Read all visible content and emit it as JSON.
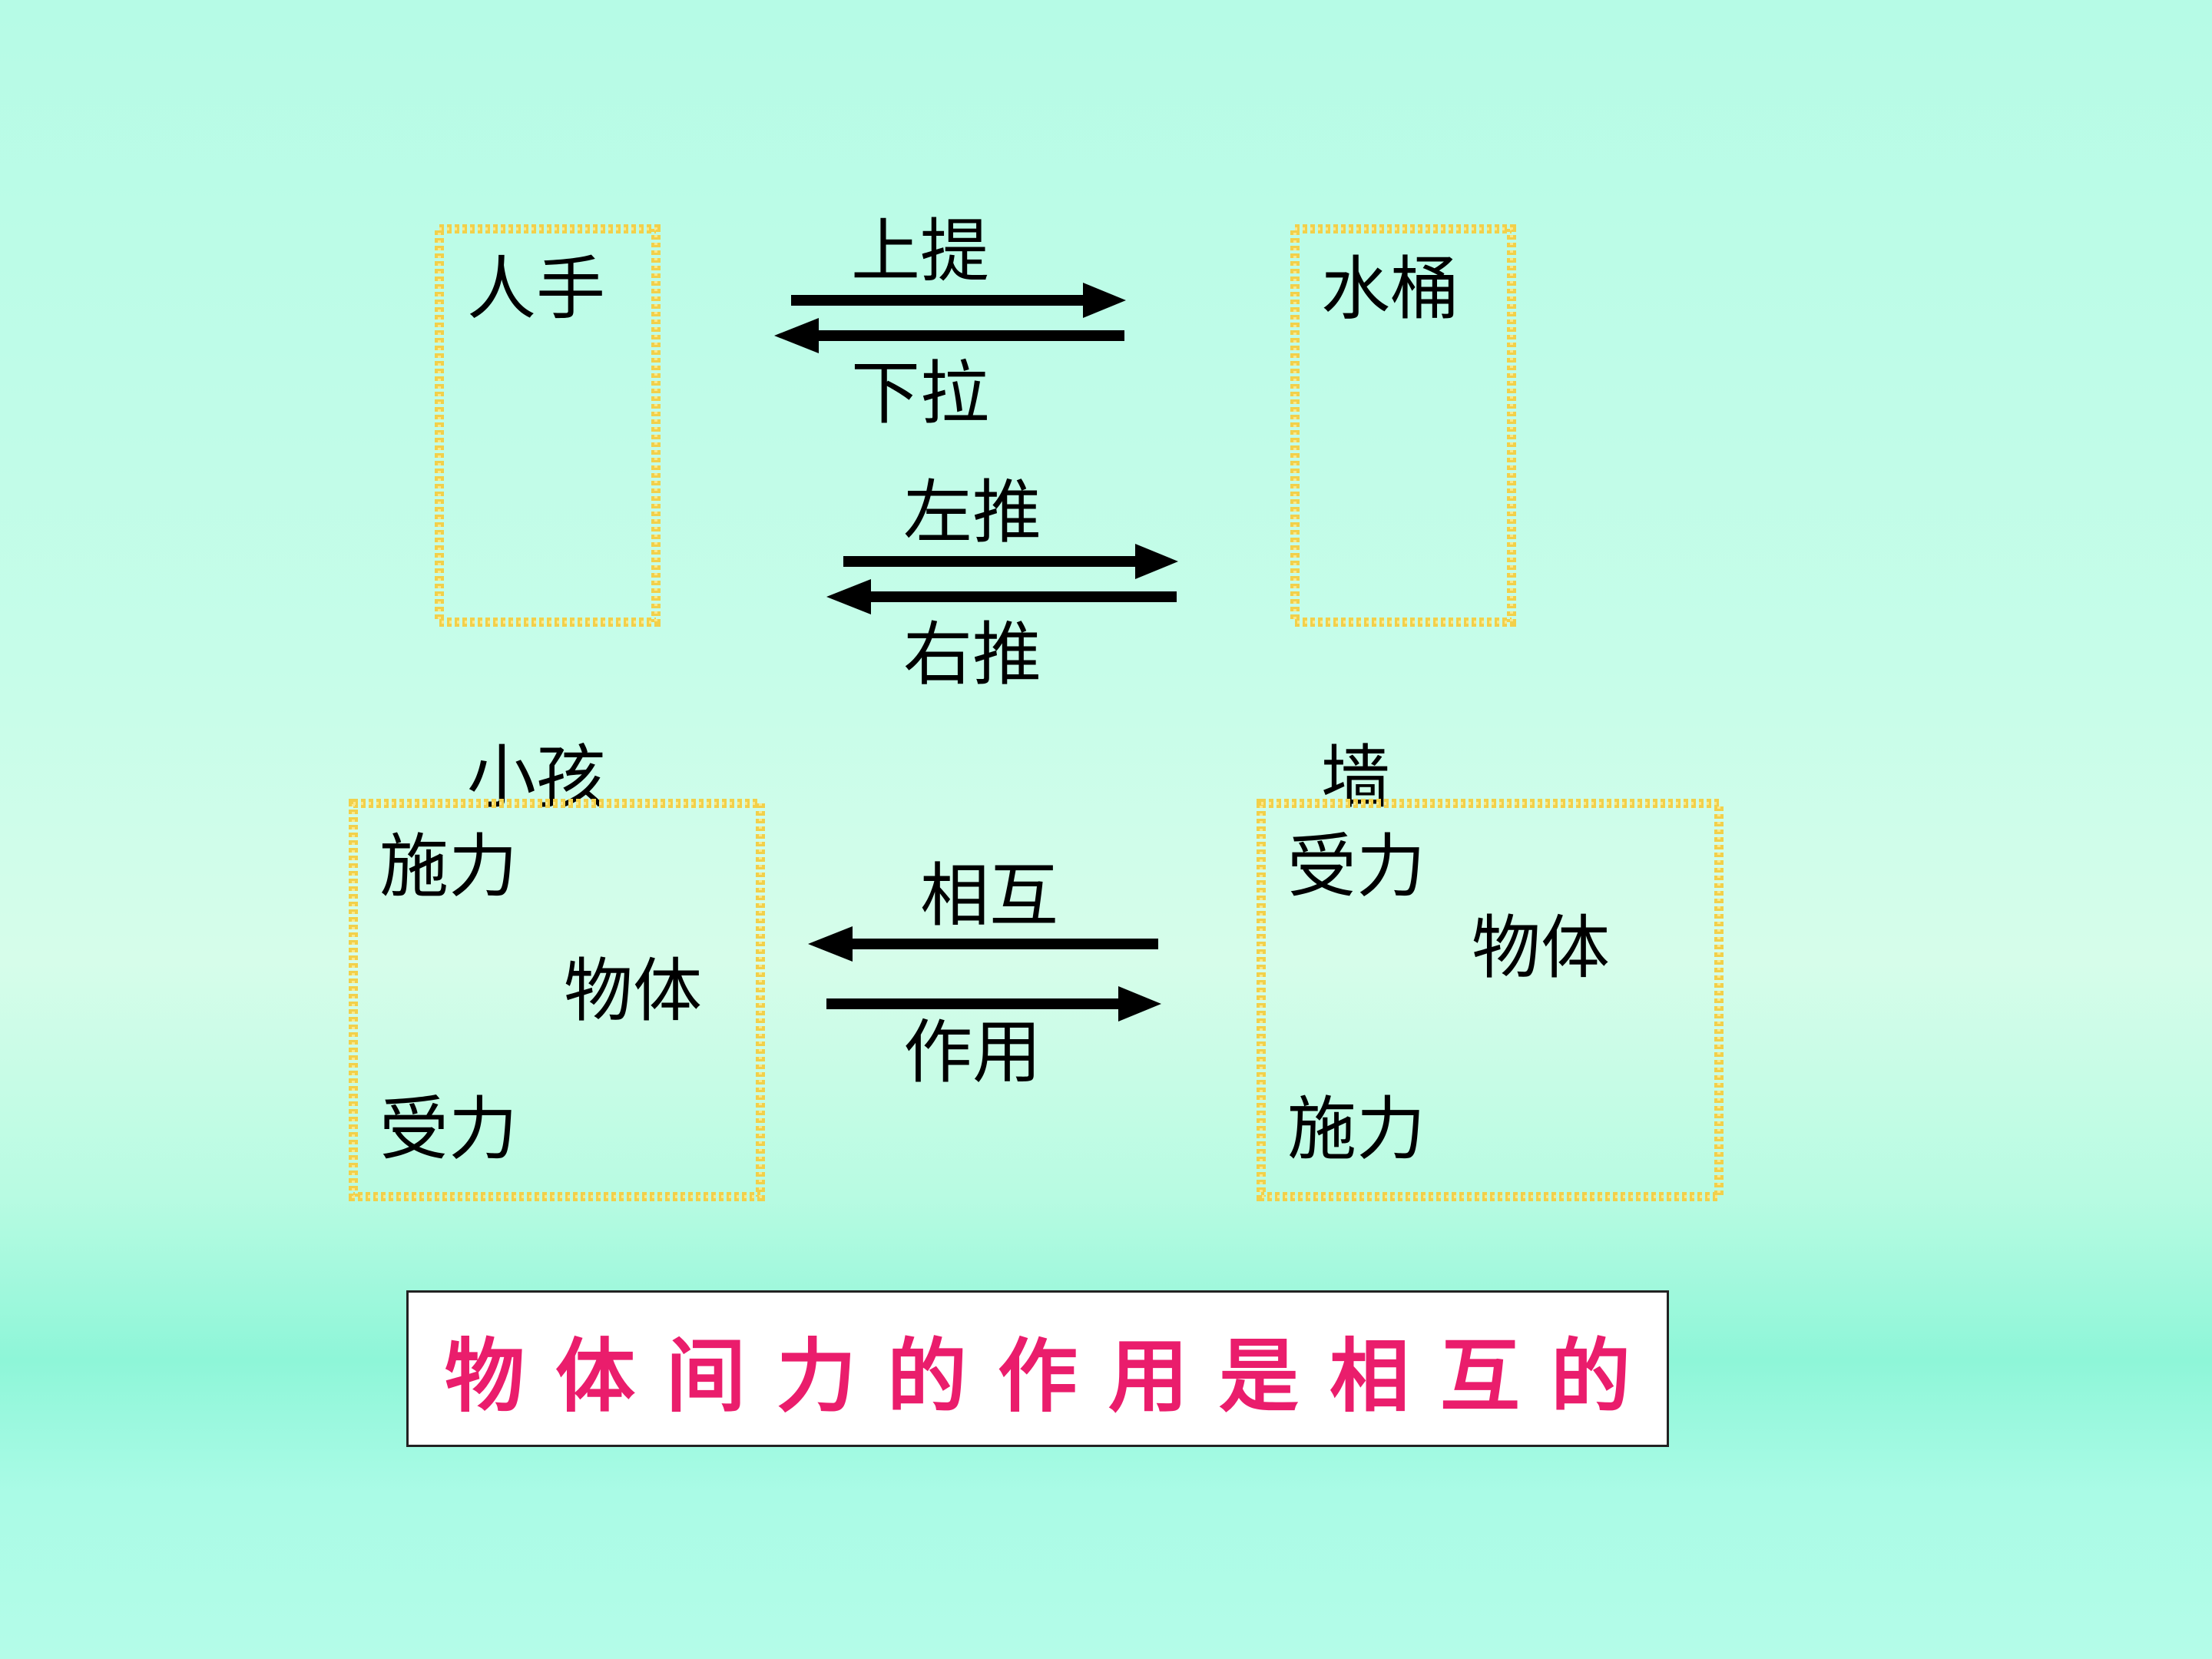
{
  "colors": {
    "background": "#b8fbe4",
    "frame": "#f2d04a",
    "arrow": "#000000",
    "conclusion_text": "#ea1d6c",
    "conclusion_bg": "#ffffff"
  },
  "example_boxes": {
    "left": {
      "top": "人手",
      "bottom": "小孩"
    },
    "right": {
      "top": "水桶",
      "bottom": "墙"
    }
  },
  "arrows": {
    "pair1": {
      "upper_label": "上提",
      "lower_label": "下拉"
    },
    "pair2": {
      "upper_label": "左推",
      "lower_label": "右推"
    },
    "pair3": {
      "upper_label": "相互",
      "lower_label": "作用"
    }
  },
  "concept_boxes": {
    "left": {
      "top": "施力",
      "middle": "物体",
      "bottom": "受力"
    },
    "right": {
      "top": "受力",
      "middle": "物体",
      "bottom": "施力"
    }
  },
  "conclusion": "物体间力的作用是相互的"
}
